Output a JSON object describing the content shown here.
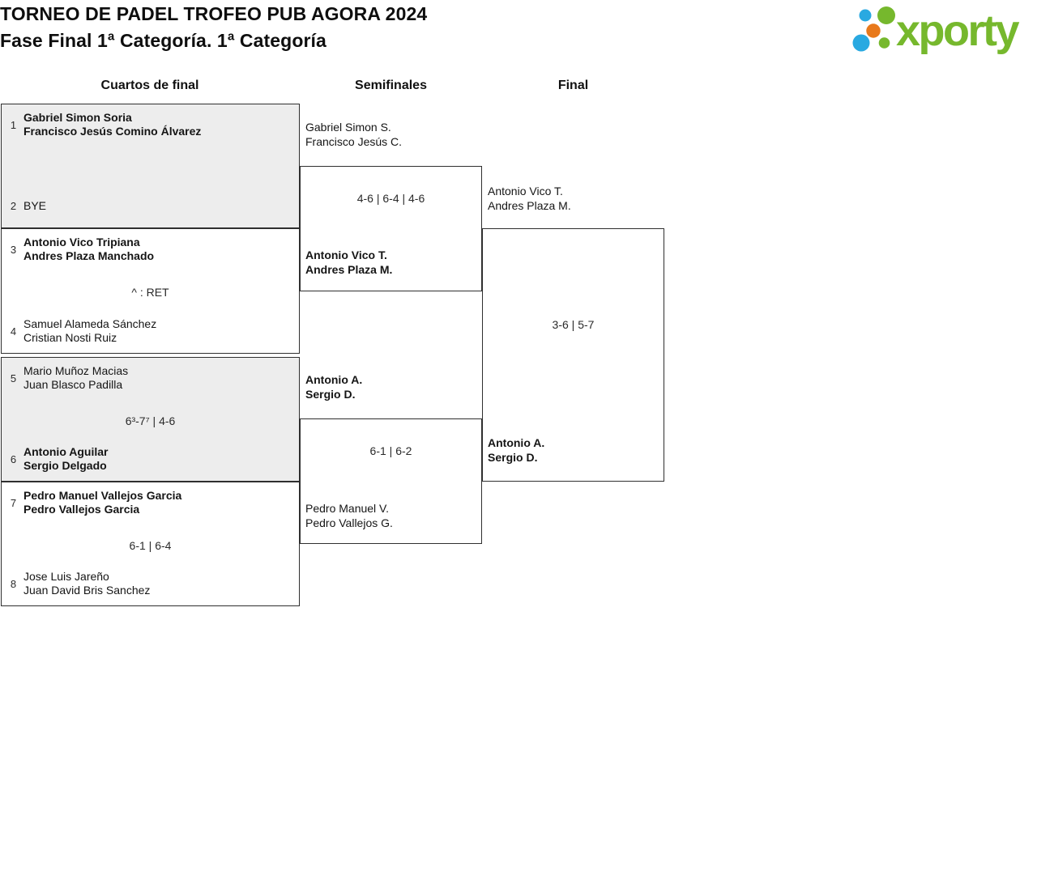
{
  "header": {
    "title": "TORNEO DE PADEL TROFEO PUB AGORA 2024",
    "subtitle": "Fase Final 1ª Categoría. 1ª Categoría"
  },
  "logo": {
    "wordmark": "xporty",
    "colors": {
      "green": "#76b82d",
      "blue": "#29a9e1",
      "orange": "#e8791b"
    }
  },
  "round_headers": [
    "Cuartos de final",
    "Semifinales",
    "Final"
  ],
  "quarterfinals": [
    {
      "top": {
        "seed": "1",
        "line1": "Gabriel Simon Soria",
        "line2": "Francisco Jesús Comino Álvarez",
        "winner": true
      },
      "bottom": {
        "seed": "2",
        "line1": "BYE",
        "line2": "",
        "winner": false
      },
      "score": ""
    },
    {
      "top": {
        "seed": "3",
        "line1": "Antonio Vico Tripiana",
        "line2": "Andres Plaza Manchado",
        "winner": true
      },
      "bottom": {
        "seed": "4",
        "line1": "Samuel Alameda Sánchez",
        "line2": "Cristian Nosti Ruiz",
        "winner": false
      },
      "score": "^ : RET"
    },
    {
      "top": {
        "seed": "5",
        "line1": "Mario Muñoz Macias",
        "line2": "Juan Blasco Padilla",
        "winner": false
      },
      "bottom": {
        "seed": "6",
        "line1": "Antonio Aguilar",
        "line2": "Sergio Delgado",
        "winner": true
      },
      "score": "6³-7⁷ | 4-6"
    },
    {
      "top": {
        "seed": "7",
        "line1": "Pedro Manuel Vallejos Garcia",
        "line2": "Pedro Vallejos Garcia",
        "winner": true
      },
      "bottom": {
        "seed": "8",
        "line1": "Jose Luis Jareño",
        "line2": "Juan David Bris Sanchez",
        "winner": false
      },
      "score": "6-1 | 6-4"
    }
  ],
  "semifinals": [
    {
      "top": {
        "line1": "Gabriel Simon S.",
        "line2": "Francisco Jesús C.",
        "winner": false
      },
      "bottom": {
        "line1": "Antonio Vico T.",
        "line2": "Andres Plaza M.",
        "winner": true
      },
      "score": "4-6 | 6-4 | 4-6"
    },
    {
      "top": {
        "line1": "Antonio A.",
        "line2": "Sergio D.",
        "winner": true
      },
      "bottom": {
        "line1": "Pedro Manuel V.",
        "line2": "Pedro Vallejos G.",
        "winner": false
      },
      "score": "6-1 | 6-2"
    }
  ],
  "final": {
    "top": {
      "line1": "Antonio Vico T.",
      "line2": "Andres Plaza M.",
      "winner": false
    },
    "bottom": {
      "line1": "Antonio A.",
      "line2": "Sergio D.",
      "winner": true
    },
    "score": "3-6 | 5-7"
  }
}
